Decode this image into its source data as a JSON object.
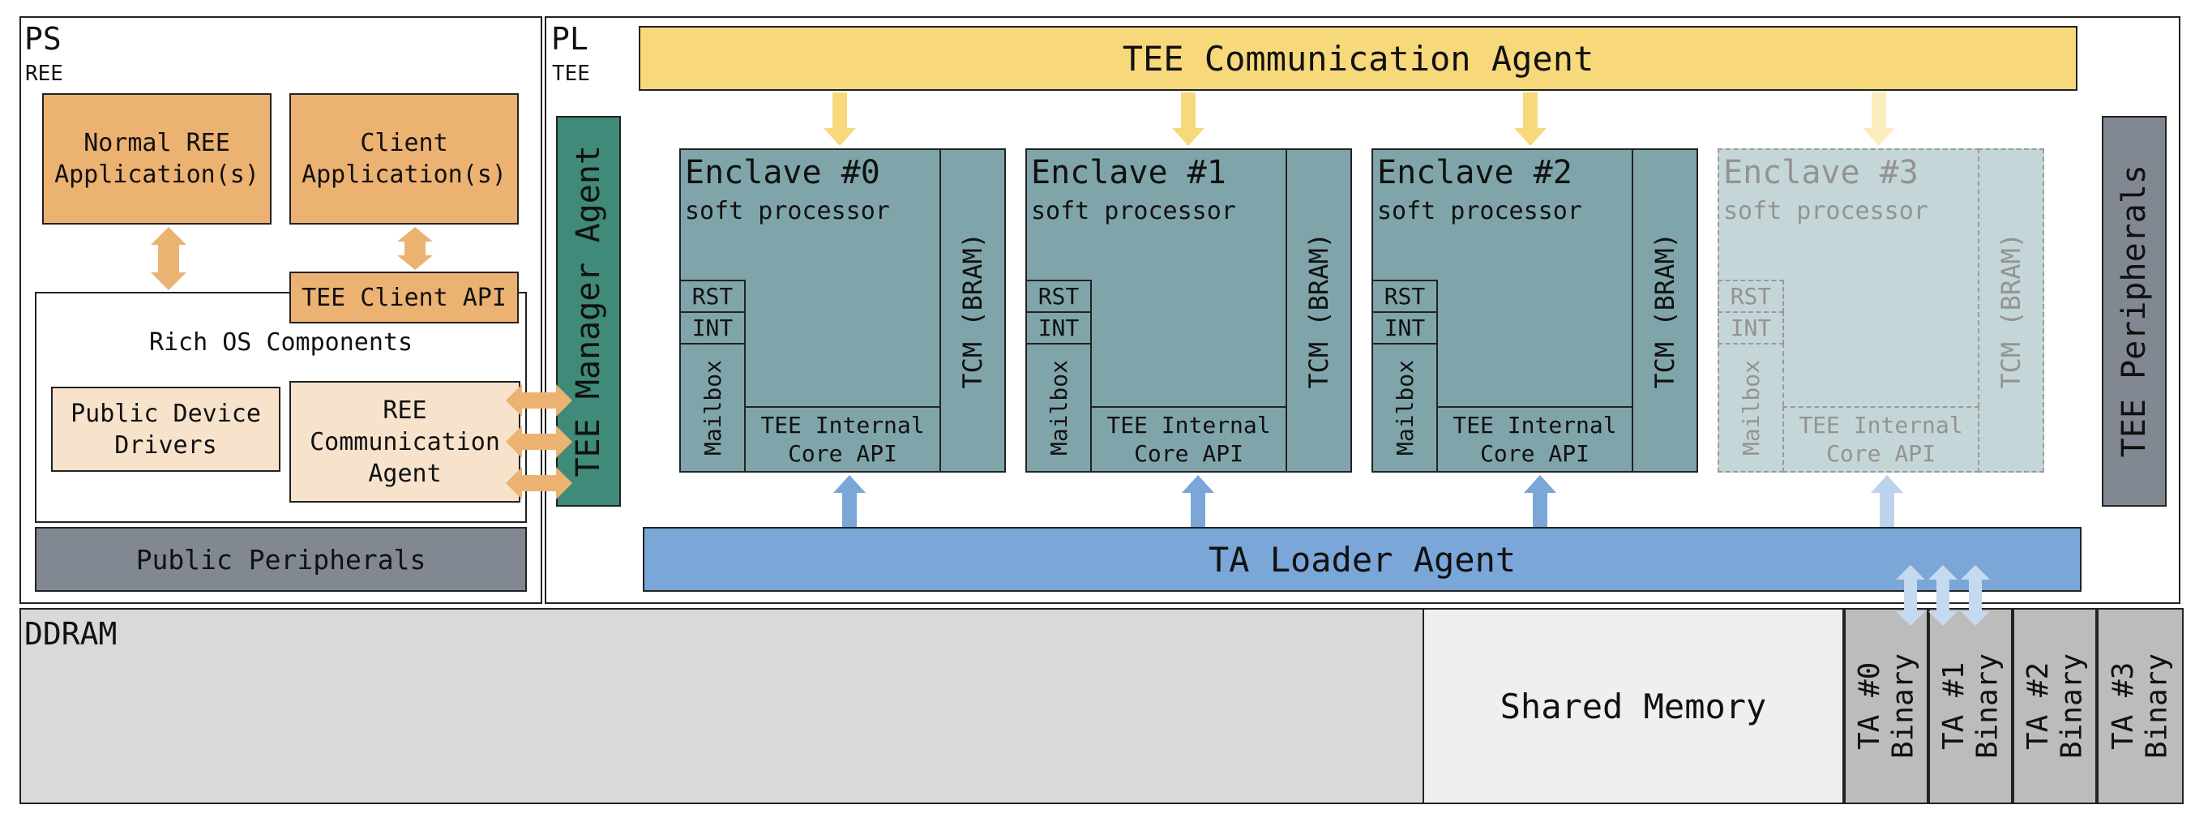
{
  "ps": {
    "title": "PS",
    "subtitle": "REE"
  },
  "pl": {
    "title": "PL",
    "subtitle": "TEE"
  },
  "ree": {
    "normal_app": "Normal REE\nApplication(s)",
    "client_app": "Client\nApplication(s)",
    "tee_client_api": "TEE Client API",
    "rich_os": "Rich OS Components",
    "public_drivers": "Public Device\nDrivers",
    "ree_comm_agent": "REE\nCommunication\nAgent",
    "public_peripherals": "Public Peripherals"
  },
  "tee": {
    "comm_agent": "TEE Communication Agent",
    "manager_agent": "TEE Manager Agent",
    "peripherals": "TEE Peripherals",
    "ta_loader": "TA Loader Agent"
  },
  "enclaves": [
    {
      "title": "Enclave #0",
      "sub": "soft processor",
      "rst": "RST",
      "int": "INT",
      "mailbox": "Mailbox",
      "api": "TEE Internal\nCore API",
      "tcm": "TCM (BRAM)",
      "active": true
    },
    {
      "title": "Enclave #1",
      "sub": "soft processor",
      "rst": "RST",
      "int": "INT",
      "mailbox": "Mailbox",
      "api": "TEE Internal\nCore API",
      "tcm": "TCM (BRAM)",
      "active": true
    },
    {
      "title": "Enclave #2",
      "sub": "soft processor",
      "rst": "RST",
      "int": "INT",
      "mailbox": "Mailbox",
      "api": "TEE Internal\nCore API",
      "tcm": "TCM (BRAM)",
      "active": true
    },
    {
      "title": "Enclave #3",
      "sub": "soft processor",
      "rst": "RST",
      "int": "INT",
      "mailbox": "Mailbox",
      "api": "TEE Internal\nCore API",
      "tcm": "TCM (BRAM)",
      "active": false
    }
  ],
  "ddram": {
    "title": "DDRAM",
    "shared_memory": "Shared Memory",
    "ta_binaries": [
      "TA #0\nBinary",
      "TA #1\nBinary",
      "TA #2\nBinary",
      "TA #3\nBinary"
    ]
  },
  "colors": {
    "orange": "#ebb272",
    "light_orange": "#f7e3cc",
    "yellow": "#f7d97c",
    "teal": "#7fa5aa",
    "green": "#3f8a78",
    "blue": "#7ba6d8",
    "slate": "#818891",
    "ddram_gray": "#d9d9d9",
    "shared_gray": "#efefef",
    "ta_gray": "#bcbcbc"
  }
}
